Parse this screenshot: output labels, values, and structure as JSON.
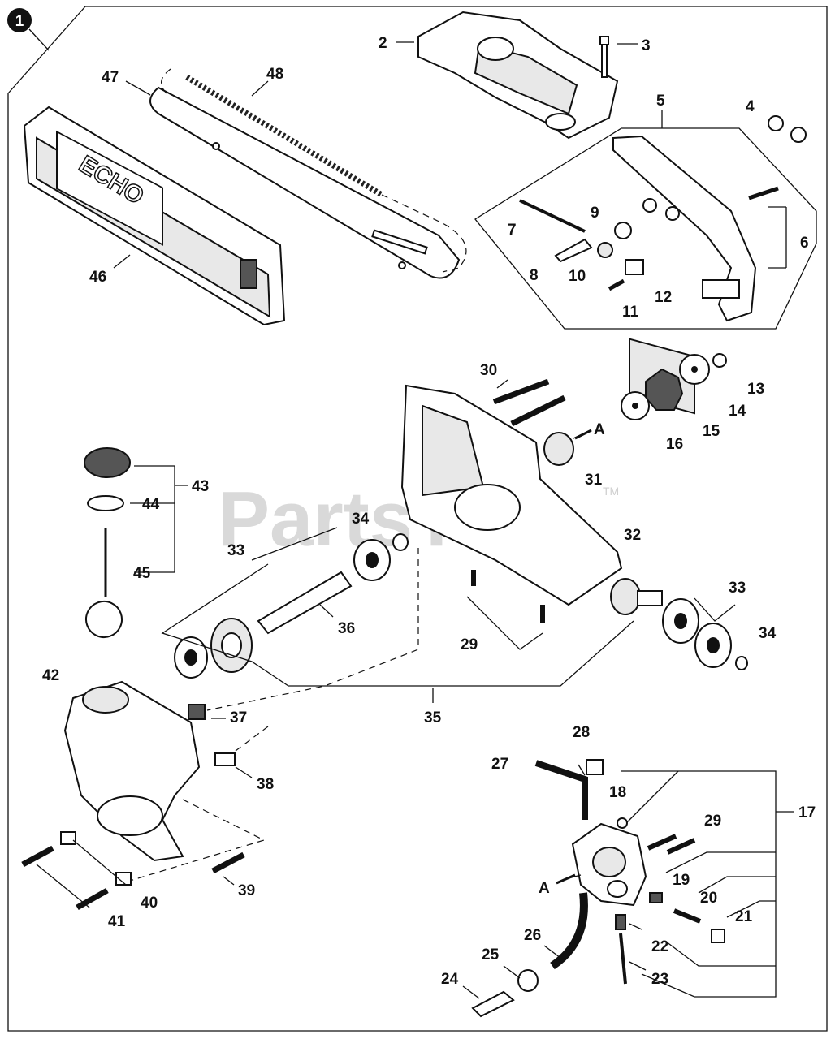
{
  "watermark": {
    "text": "PartsTree",
    "tm": "TM"
  },
  "assembly_badge": "1",
  "brand_logo": "ECHO",
  "callout_a": "A",
  "labels": {
    "p2": "2",
    "p3": "3",
    "p4": "4",
    "p5": "5",
    "p6": "6",
    "p7": "7",
    "p8": "8",
    "p9": "9",
    "p10": "10",
    "p11": "11",
    "p12": "12",
    "p13": "13",
    "p14": "14",
    "p15": "15",
    "p16": "16",
    "p17": "17",
    "p18": "18",
    "p19": "19",
    "p20": "20",
    "p21": "21",
    "p22": "22",
    "p23": "23",
    "p24": "24",
    "p25": "25",
    "p26": "26",
    "p27": "27",
    "p28": "28",
    "p29": "29",
    "p30": "30",
    "p31": "31",
    "p32": "32",
    "p33": "33",
    "p34": "34",
    "p35": "35",
    "p36": "36",
    "p37": "37",
    "p38": "38",
    "p39": "39",
    "p40": "40",
    "p41": "41",
    "p42": "42",
    "p43": "43",
    "p44": "44",
    "p45": "45",
    "p46": "46",
    "p47": "47",
    "p48": "48"
  }
}
